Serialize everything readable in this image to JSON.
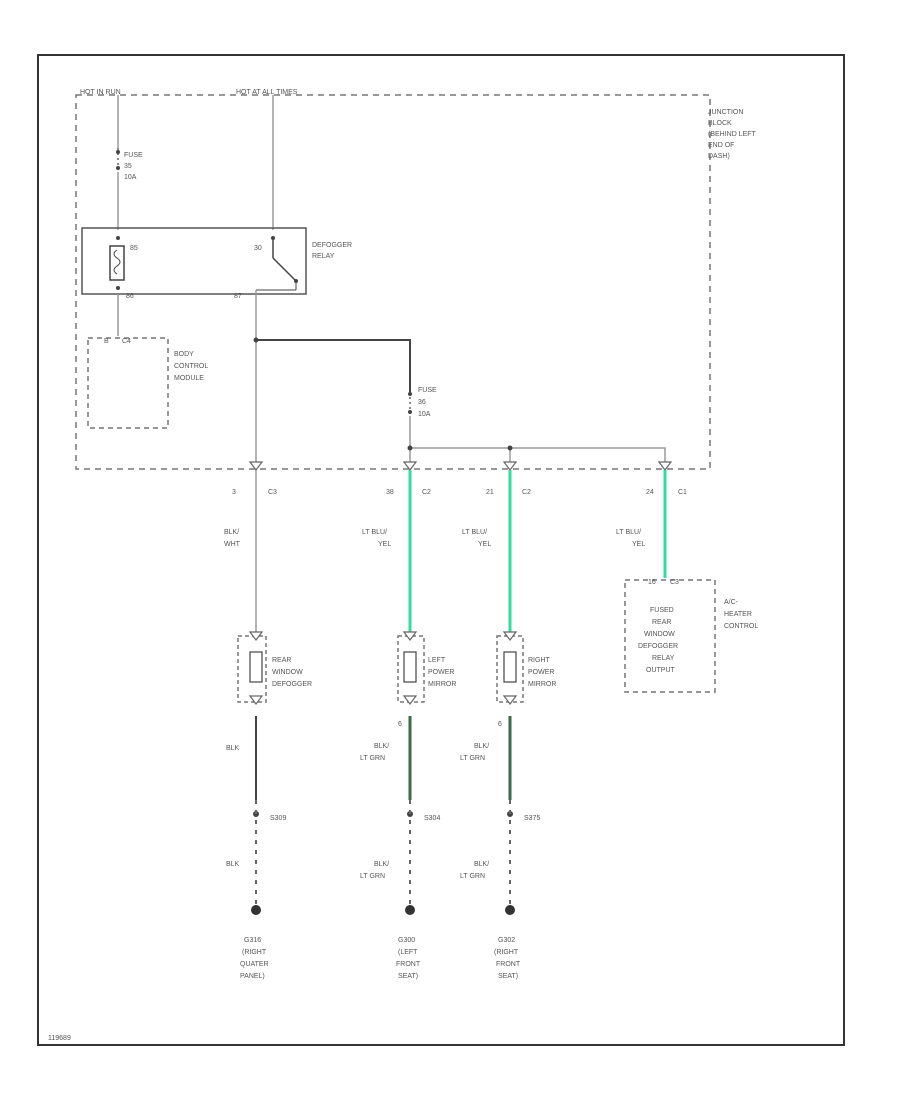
{
  "power": {
    "hot_run": "HOT IN RUN",
    "hot_all_times": "HOT AT ALL TIMES"
  },
  "junction_block": [
    "JUNCTION",
    "BLOCK",
    "(BEHIND LEFT",
    "END OF",
    "DASH)"
  ],
  "fuse_top": [
    "FUSE",
    "35",
    "10A"
  ],
  "fuse_mid": [
    "FUSE",
    "36",
    "10A"
  ],
  "relay": {
    "name": [
      "DEFOGGER",
      "RELAY"
    ],
    "pin_coil_top": "85",
    "pin_switch_top": "30",
    "pin_coil_bottom": "86",
    "pin_switch_bottom": "87"
  },
  "bcm": {
    "pins": [
      "B",
      "C4"
    ],
    "name": [
      "BODY",
      "CONTROL",
      "MODULE"
    ]
  },
  "connectors": [
    {
      "pin": "3",
      "conn": "C3"
    },
    {
      "pin": "38",
      "conn": "C2"
    },
    {
      "pin": "21",
      "conn": "C2"
    },
    {
      "pin": "24",
      "conn": "C1"
    }
  ],
  "wires": {
    "col1": [
      "BLK/",
      "WHT"
    ],
    "col2": [
      "LT BLU/",
      "YEL"
    ],
    "col3": [
      "LT BLU/",
      "YEL"
    ],
    "col4": [
      "LT BLU/",
      "YEL"
    ]
  },
  "ac_control": {
    "pin": "16",
    "conn": "C3",
    "inner": [
      "FUSED",
      "REAR",
      "WINDOW",
      "DEFOGGER",
      "RELAY",
      "OUTPUT"
    ],
    "name": [
      "A/C-",
      "HEATER",
      "CONTROL"
    ]
  },
  "loads": [
    {
      "name": [
        "REAR",
        "WINDOW",
        "DEFOGGER"
      ]
    },
    {
      "name": [
        "LEFT",
        "POWER",
        "MIRROR"
      ]
    },
    {
      "name": [
        "RIGHT",
        "POWER",
        "MIRROR"
      ]
    }
  ],
  "load_pins": [
    "6",
    "6"
  ],
  "lower_wires": {
    "col1": [
      "BLK"
    ],
    "col2": [
      "BLK/",
      "LT GRN"
    ],
    "col3": [
      "BLK/",
      "LT GRN"
    ]
  },
  "splices": [
    "S309",
    "S304",
    "S375"
  ],
  "bottom_wires": {
    "col1": [
      "BLK"
    ],
    "col2": [
      "BLK/",
      "LT GRN"
    ],
    "col3": [
      "BLK/",
      "LT GRN"
    ]
  },
  "grounds": [
    [
      "G316",
      "(RIGHT",
      "QUATER",
      "PANEL)"
    ],
    [
      "G300",
      "(LEFT",
      "FRONT",
      "SEAT)"
    ],
    [
      "G302",
      "(RIGHT",
      "FRONT",
      "SEAT)"
    ]
  ],
  "diagram_id": "119689"
}
